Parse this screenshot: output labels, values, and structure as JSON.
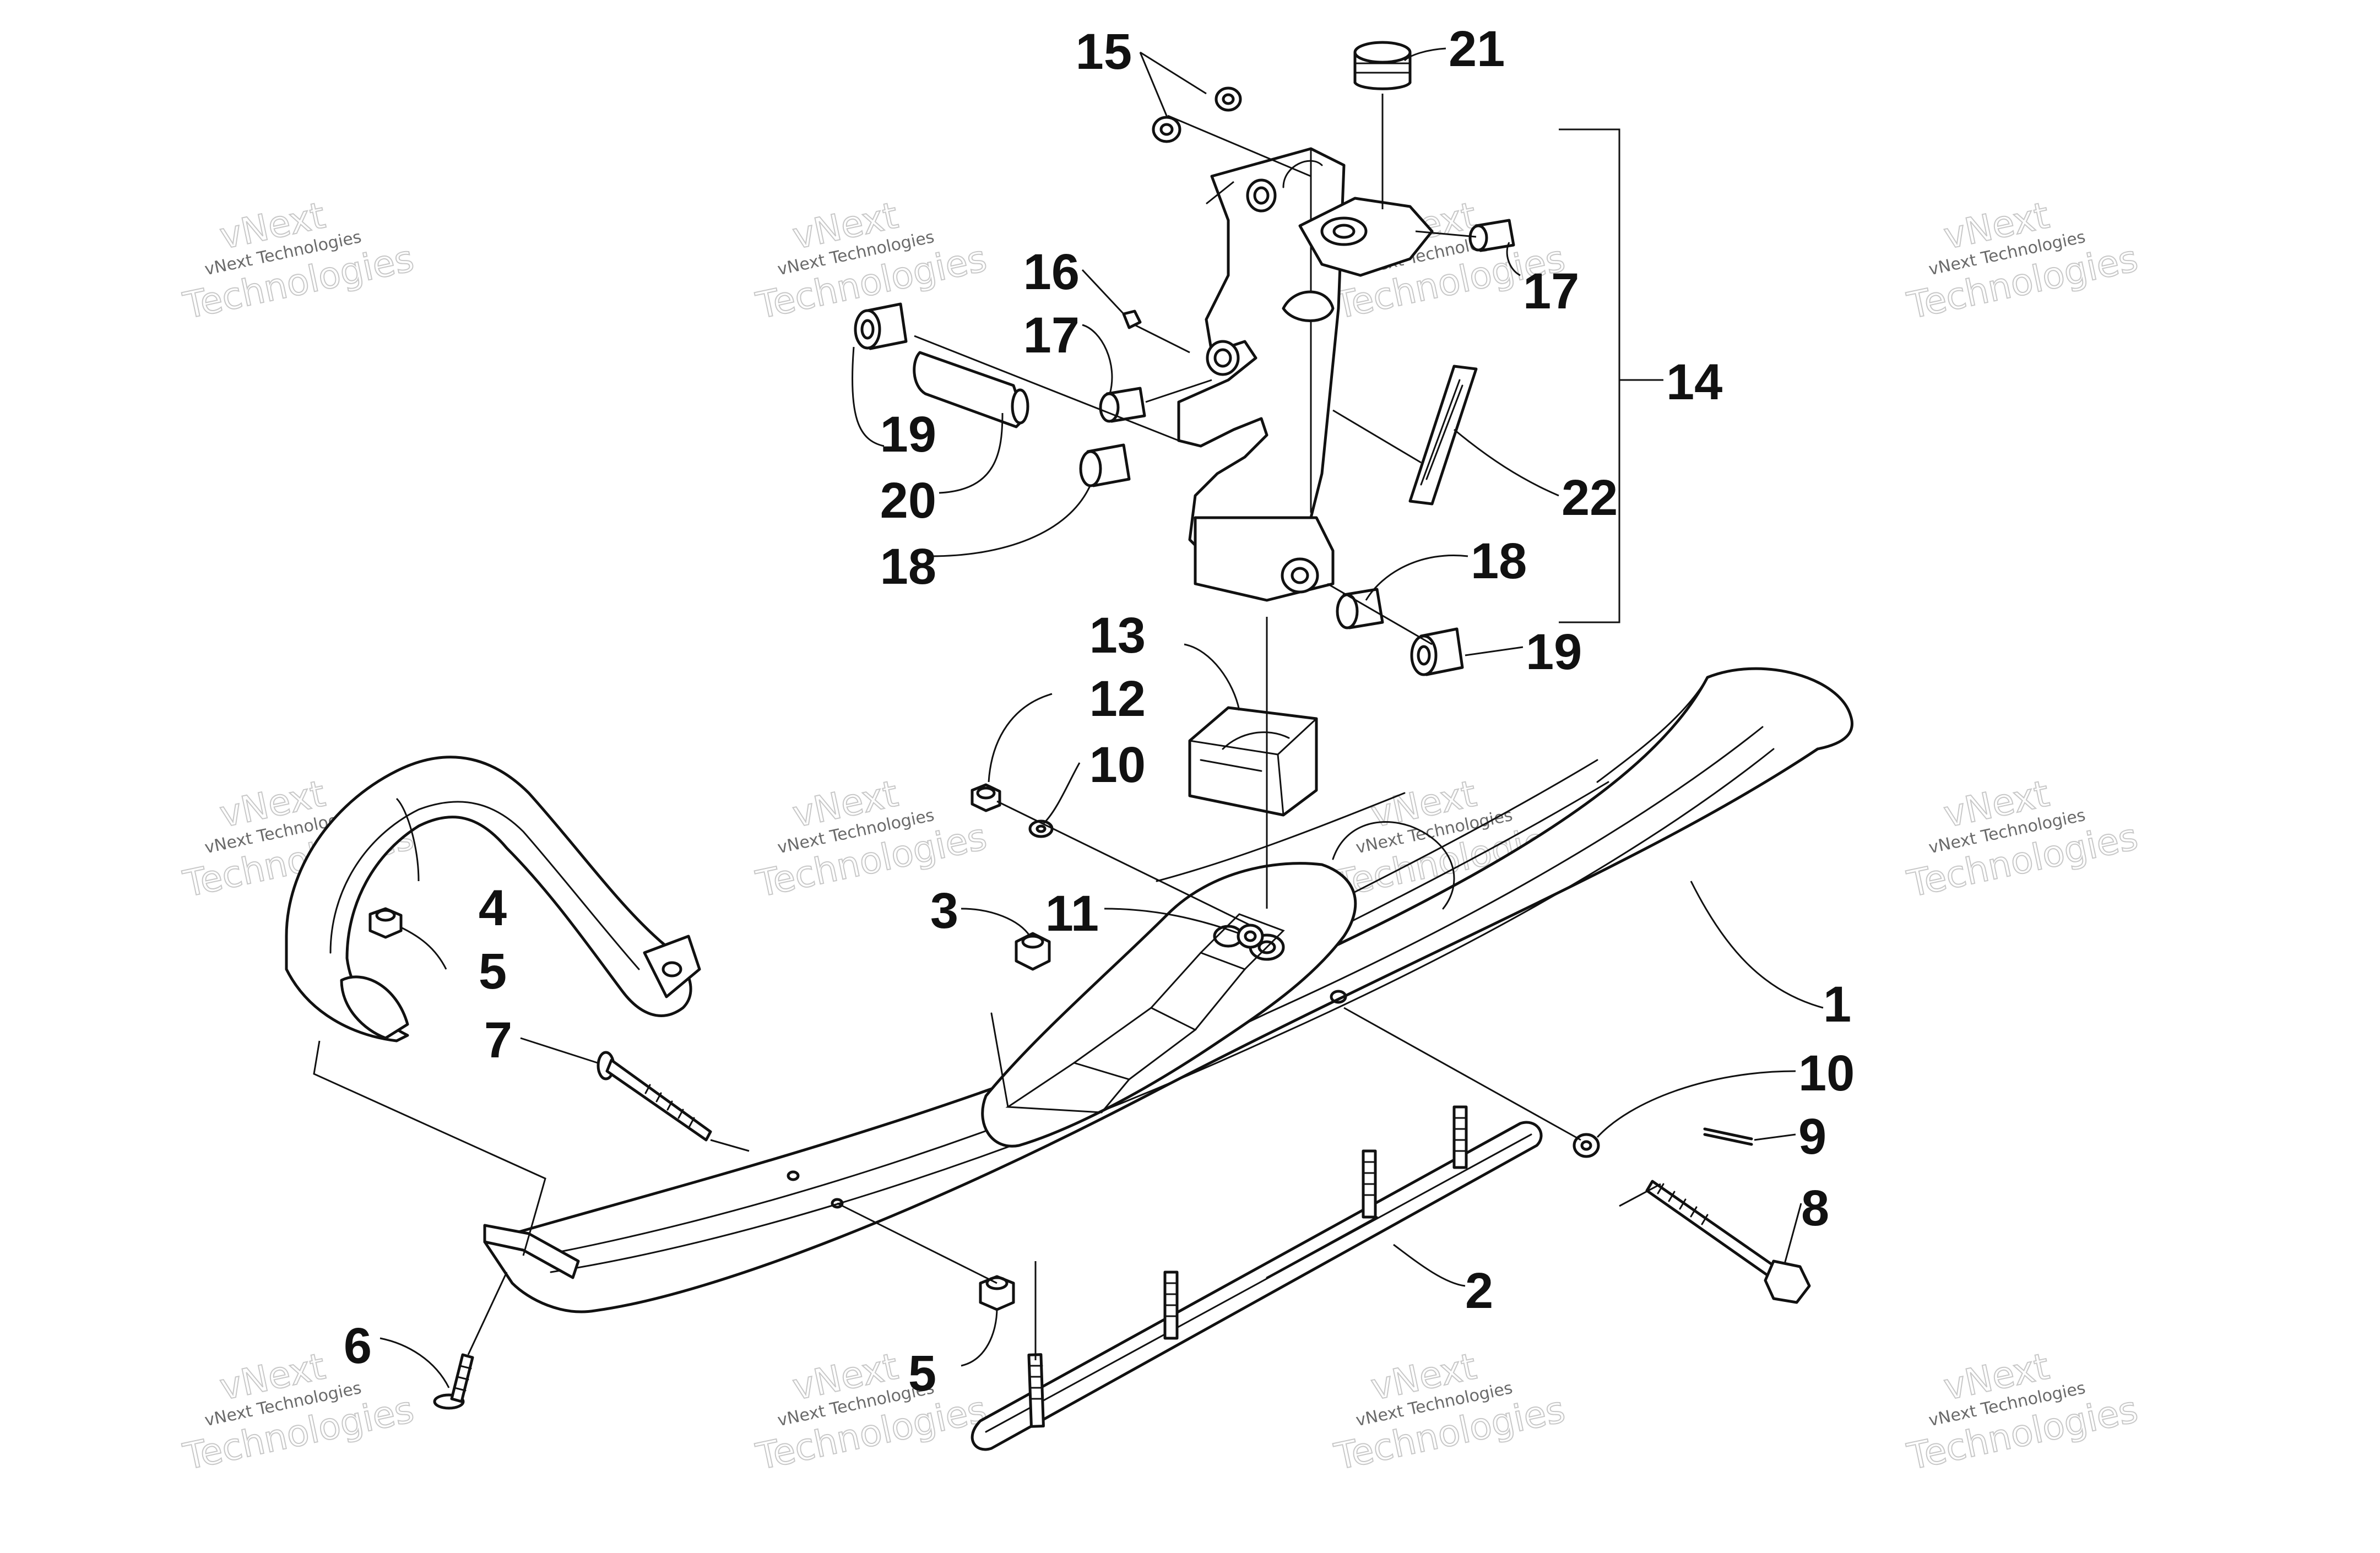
{
  "callouts": [
    {
      "id": "1",
      "label": "1"
    },
    {
      "id": "2",
      "label": "2"
    },
    {
      "id": "3",
      "label": "3"
    },
    {
      "id": "4",
      "label": "4"
    },
    {
      "id": "5a",
      "label": "5"
    },
    {
      "id": "5b",
      "label": "5"
    },
    {
      "id": "6",
      "label": "6"
    },
    {
      "id": "7",
      "label": "7"
    },
    {
      "id": "8",
      "label": "8"
    },
    {
      "id": "9",
      "label": "9"
    },
    {
      "id": "10a",
      "label": "10"
    },
    {
      "id": "10b",
      "label": "10"
    },
    {
      "id": "11",
      "label": "11"
    },
    {
      "id": "12",
      "label": "12"
    },
    {
      "id": "13",
      "label": "13"
    },
    {
      "id": "14",
      "label": "14"
    },
    {
      "id": "15",
      "label": "15"
    },
    {
      "id": "16",
      "label": "16"
    },
    {
      "id": "17a",
      "label": "17"
    },
    {
      "id": "17b",
      "label": "17"
    },
    {
      "id": "18a",
      "label": "18"
    },
    {
      "id": "18b",
      "label": "18"
    },
    {
      "id": "19a",
      "label": "19"
    },
    {
      "id": "19b",
      "label": "19"
    },
    {
      "id": "20",
      "label": "20"
    },
    {
      "id": "21",
      "label": "21"
    },
    {
      "id": "22",
      "label": "22"
    }
  ],
  "watermark": {
    "brand": "vNext",
    "company": "Technologies",
    "full": "vNext Technologies"
  },
  "colors": {
    "line": "#111111",
    "background": "#ffffff",
    "watermark": "#c8c8c8"
  }
}
